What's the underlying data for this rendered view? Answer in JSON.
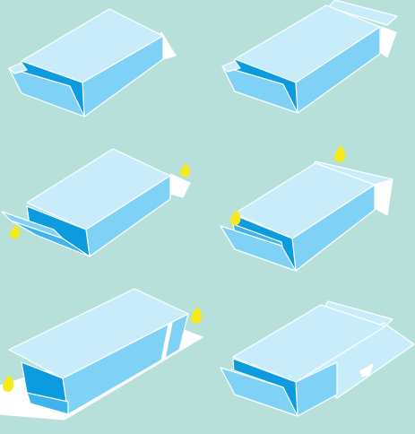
{
  "figure": {
    "steps": [
      {
        "id": 1,
        "glue_marks": 0
      },
      {
        "id": 2,
        "glue_marks": 0
      },
      {
        "id": 3,
        "glue_marks": 2
      },
      {
        "id": 4,
        "glue_marks": 2
      },
      {
        "id": 5,
        "glue_marks": 2
      },
      {
        "id": 6,
        "glue_marks": 0
      }
    ]
  },
  "colors": {
    "background": "#b7e0da",
    "box_top": "#c9ecfa",
    "box_face": "#7fd1f6",
    "box_dark": "#0d9be0",
    "box_mid": "#3fb4ec",
    "edge": "#ffffff",
    "glue": "#f4ea1d",
    "sheet": "#ffffff"
  }
}
